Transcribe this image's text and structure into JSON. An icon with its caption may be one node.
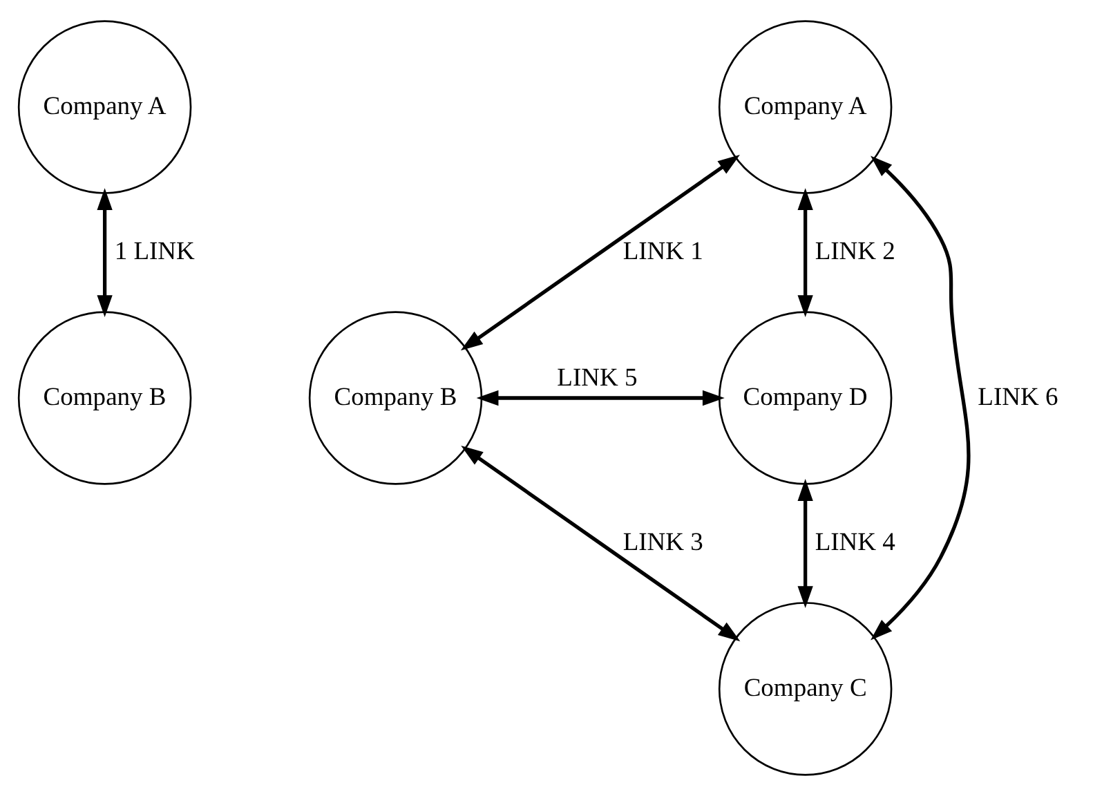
{
  "diagram": {
    "nodes": [
      {
        "text": [
          "Company A"
        ]
      },
      {
        "text": [
          "Company B"
        ]
      },
      {
        "text": [
          "Company A"
        ]
      },
      {
        "text": [
          "Company B"
        ]
      },
      {
        "text": [
          "Company D"
        ]
      },
      {
        "text": [
          "Company C"
        ]
      }
    ],
    "edges": [
      {
        "from": 0,
        "to": 1,
        "arrow": "both",
        "label": "1 LINK"
      },
      {
        "from": 2,
        "to": 3,
        "arrow": "both",
        "label": "LINK 1"
      },
      {
        "from": 2,
        "to": 4,
        "arrow": "both",
        "label": "LINK 2"
      },
      {
        "from": 3,
        "to": 5,
        "arrow": "both",
        "label": "LINK 3"
      },
      {
        "from": 4,
        "to": 5,
        "arrow": "both",
        "label": "LINK 4"
      },
      {
        "from": 3,
        "to": 4,
        "arrow": "both",
        "label": "LINK 5"
      },
      {
        "from": 2,
        "to": 5,
        "arrow": "both",
        "label": "LINK 6"
      }
    ]
  }
}
